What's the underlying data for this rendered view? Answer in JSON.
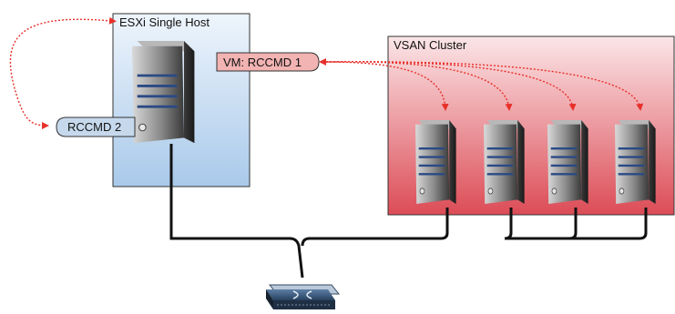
{
  "host": {
    "title": "ESXi Single Host",
    "color_top": "#eef5fc",
    "color_bottom": "#a9c9ea"
  },
  "cluster": {
    "title": "VSAN Cluster",
    "color_top": "#fbe6e8",
    "color_bottom": "#dc4c56"
  },
  "vm_label": {
    "text": "VM: RCCMD 1",
    "fill": "#f2b3b3"
  },
  "rccmd2_label": {
    "text": "RCCMD 2",
    "fill": "#c6d9ec"
  },
  "arrow_color": "#e8302a",
  "cable_color": "#111111",
  "icons": {
    "server": "server-icon",
    "switch": "network-switch-icon"
  }
}
